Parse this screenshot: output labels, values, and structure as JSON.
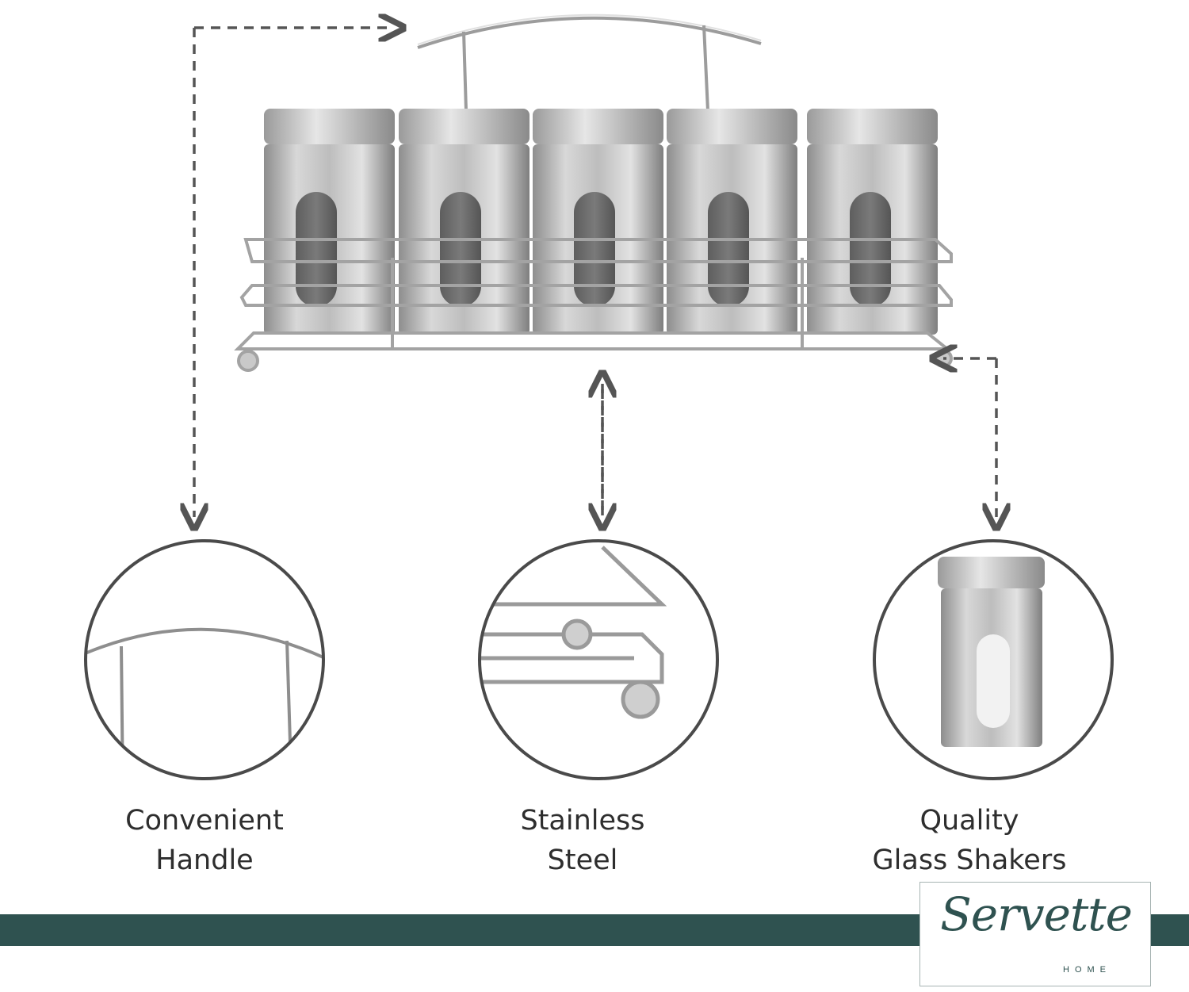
{
  "features": [
    {
      "id": "handle",
      "line1": "Convenient",
      "line2": "Handle"
    },
    {
      "id": "steel",
      "line1": "Stainless",
      "line2": "Steel"
    },
    {
      "id": "glass",
      "line1": "Quality",
      "line2": "Glass Shakers"
    }
  ],
  "brand": {
    "name": "Servette",
    "sub": "HOME"
  },
  "colors": {
    "accent_band": "#2f5250",
    "arrows": "#555555",
    "circle_outline": "#4a4a4a",
    "text": "#2e2e2e"
  }
}
